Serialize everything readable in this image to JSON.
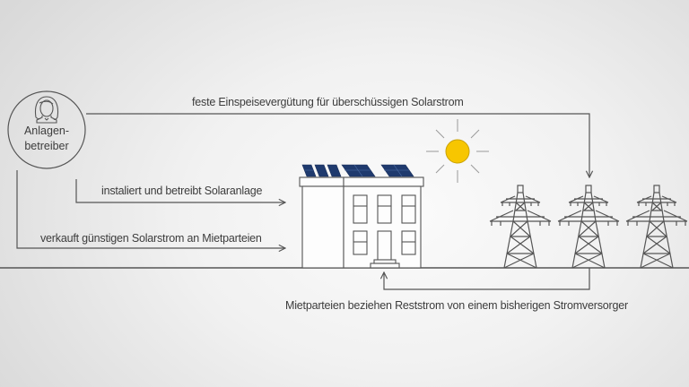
{
  "persona": {
    "icon": "woman-avatar-icon",
    "label_line1": "Anlagen-",
    "label_line2": "betreiber"
  },
  "flows": {
    "feed_in": "feste Einspeisevergütung für überschüssigen Solarstrom",
    "install": "instaliert und betreibt Solaranlage",
    "sell": "verkauft günstigen Solarstrom an Mietparteien",
    "residual": "Mietparteien beziehen Reststrom von einem bisherigen Stromversorger"
  },
  "elements": {
    "building": "apartment-building-with-solar-panels",
    "sun": "sun-icon",
    "pylons": [
      "power-pylon-1",
      "power-pylon-2",
      "power-pylon-3"
    ]
  },
  "colors": {
    "line": "#555555",
    "sun_fill": "#f7c600",
    "sun_stroke": "#c9a100",
    "panel": "#1f3a6e",
    "panel_grid": "#4d6fa8",
    "background_center": "#fbfbfb",
    "background_edge": "#d9d9d9"
  }
}
